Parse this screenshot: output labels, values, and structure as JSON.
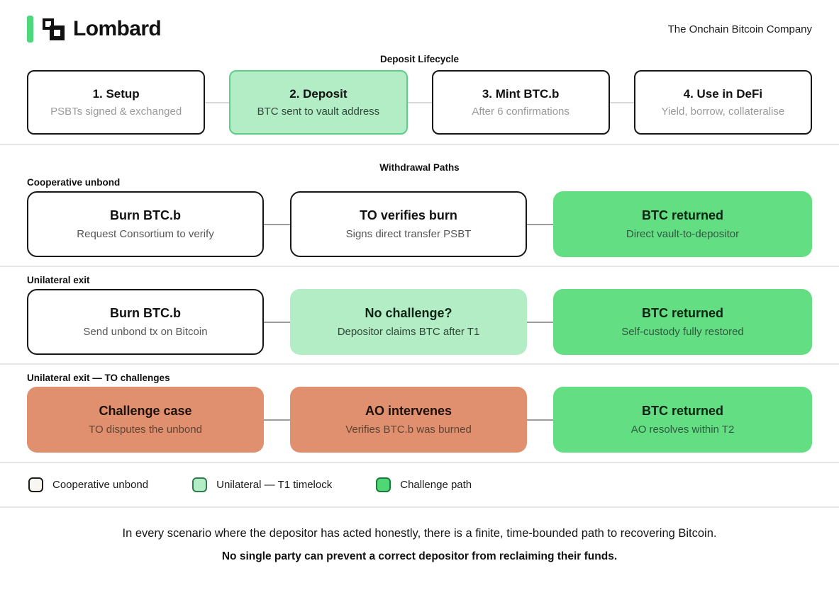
{
  "colors": {
    "brand_green": "#4fd77c",
    "tint_green": "#b2edc5",
    "tint_green_border": "#5ecd85",
    "solid_green": "#63de82",
    "salmon": "#e0906e",
    "divider": "#e6e6e6"
  },
  "header": {
    "brand": "Lombard",
    "tagline": "The Onchain Bitcoin Company"
  },
  "deposit_lifecycle": {
    "title": "Deposit Lifecycle",
    "steps": [
      {
        "title": "1. Setup",
        "subtitle": "PSBTs signed & exchanged",
        "variant": "white"
      },
      {
        "title": "2. Deposit",
        "subtitle": "BTC sent to vault address",
        "variant": "light-green"
      },
      {
        "title": "3. Mint BTC.b",
        "subtitle": "After 6 confirmations",
        "variant": "white"
      },
      {
        "title": "4. Use in DeFi",
        "subtitle": "Yield, borrow, collateralise",
        "variant": "white"
      }
    ]
  },
  "withdrawal_paths": {
    "title": "Withdrawal Paths",
    "rows": [
      {
        "label": "Cooperative unbond",
        "boxes": [
          {
            "title": "Burn BTC.b",
            "subtitle": "Request Consortium to verify",
            "variant": "white"
          },
          {
            "title": "TO verifies burn",
            "subtitle": "Signs direct transfer PSBT",
            "variant": "white"
          },
          {
            "title": "BTC returned",
            "subtitle": "Direct vault-to-depositor",
            "variant": "green"
          }
        ]
      },
      {
        "label": "Unilateral exit",
        "boxes": [
          {
            "title": "Burn BTC.b",
            "subtitle": "Send unbond tx on Bitcoin",
            "variant": "white"
          },
          {
            "title": "No challenge?",
            "subtitle": "Depositor claims BTC after T1",
            "variant": "light-green"
          },
          {
            "title": "BTC returned",
            "subtitle": "Self-custody fully restored",
            "variant": "green"
          }
        ]
      },
      {
        "label": "Unilateral exit — TO challenges",
        "boxes": [
          {
            "title": "Challenge case",
            "subtitle": "TO disputes the unbond",
            "variant": "salmon"
          },
          {
            "title": "AO intervenes",
            "subtitle": "Verifies BTC.b was burned",
            "variant": "salmon"
          },
          {
            "title": "BTC returned",
            "subtitle": "AO resolves within T2",
            "variant": "green"
          }
        ]
      }
    ]
  },
  "legend": {
    "items": [
      {
        "label": "Cooperative unbond",
        "swatch": "white"
      },
      {
        "label": "Unilateral — T1 timelock",
        "swatch": "light-green"
      },
      {
        "label": "Challenge path",
        "swatch": "green"
      }
    ]
  },
  "footer": {
    "line1": "In every scenario where the depositor has acted honestly, there is a finite, time-bounded path to recovering Bitcoin.",
    "line2": "No single party can prevent a correct depositor from reclaiming their funds."
  }
}
